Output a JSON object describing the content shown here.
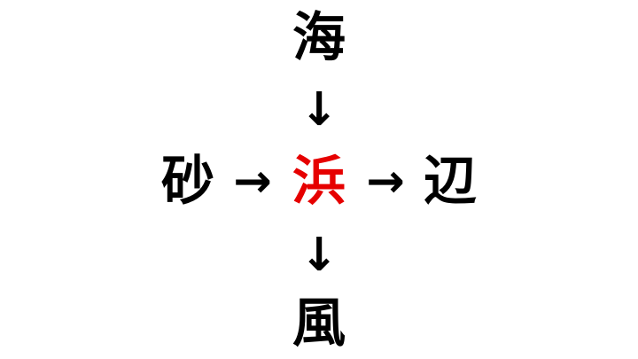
{
  "puzzle": {
    "top": "海",
    "left": "砂",
    "center": "浜",
    "right": "辺",
    "bottom": "風",
    "arrow_down": "↓",
    "arrow_right": "→"
  },
  "colors": {
    "center_char": "#e60000",
    "text": "#000000",
    "background": "#ffffff"
  }
}
